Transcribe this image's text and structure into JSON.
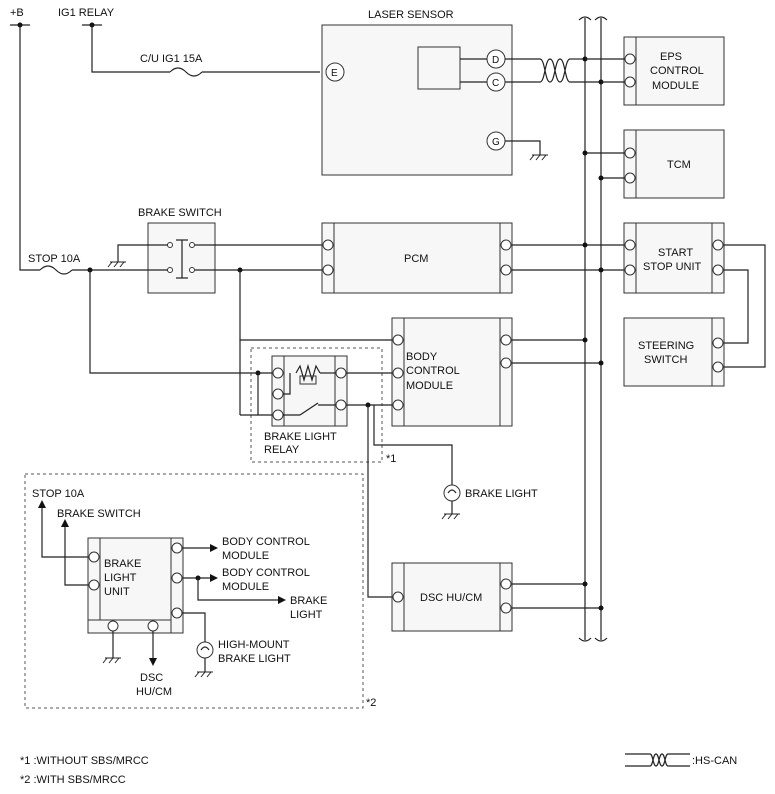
{
  "labels": {
    "plus_b": "+B",
    "ig1_relay": "IG1 RELAY",
    "laser_sensor": "LASER SENSOR",
    "cu_ig1_15a": "C/U IG1 15A",
    "pin_e": "E",
    "pin_d": "D",
    "pin_c": "C",
    "pin_g": "G",
    "eps_line1": "EPS",
    "eps_line2": "CONTROL",
    "eps_line3": "MODULE",
    "tcm": "TCM",
    "brake_switch": "BRAKE SWITCH",
    "stop_10a": "STOP 10A",
    "pcm": "PCM",
    "start_stop_line1": "START",
    "start_stop_line2": "STOP UNIT",
    "steering_line1": "STEERING",
    "steering_line2": "SWITCH",
    "bcm_line1": "BODY",
    "bcm_line2": "CONTROL",
    "bcm_line3": "MODULE",
    "brake_light_relay_line1": "BRAKE LIGHT",
    "brake_light_relay_line2": "RELAY",
    "ref_1": "*1",
    "ref_2": "*2",
    "brake_light": "BRAKE LIGHT",
    "dsc_hucm": "DSC HU/CM",
    "inset_stop_10a": "STOP 10A",
    "inset_brake_switch": "BRAKE SWITCH",
    "blu_line1": "BRAKE",
    "blu_line2": "LIGHT",
    "blu_line3": "UNIT",
    "inset_bcm1_line1": "BODY CONTROL",
    "inset_bcm1_line2": "MODULE",
    "inset_bcm2_line1": "BODY CONTROL",
    "inset_bcm2_line2": "MODULE",
    "inset_brake_light_line1": "BRAKE",
    "inset_brake_light_line2": "LIGHT",
    "high_mount_line1": "HIGH-MOUNT",
    "high_mount_line2": "BRAKE LIGHT",
    "inset_dsc_line1": "DSC",
    "inset_dsc_line2": "HU/CM"
  },
  "notes": {
    "note1": "*1 :WITHOUT SBS/MRCC",
    "note2": "*2 :WITH SBS/MRCC",
    "legend_hscan": ":HS-CAN"
  }
}
